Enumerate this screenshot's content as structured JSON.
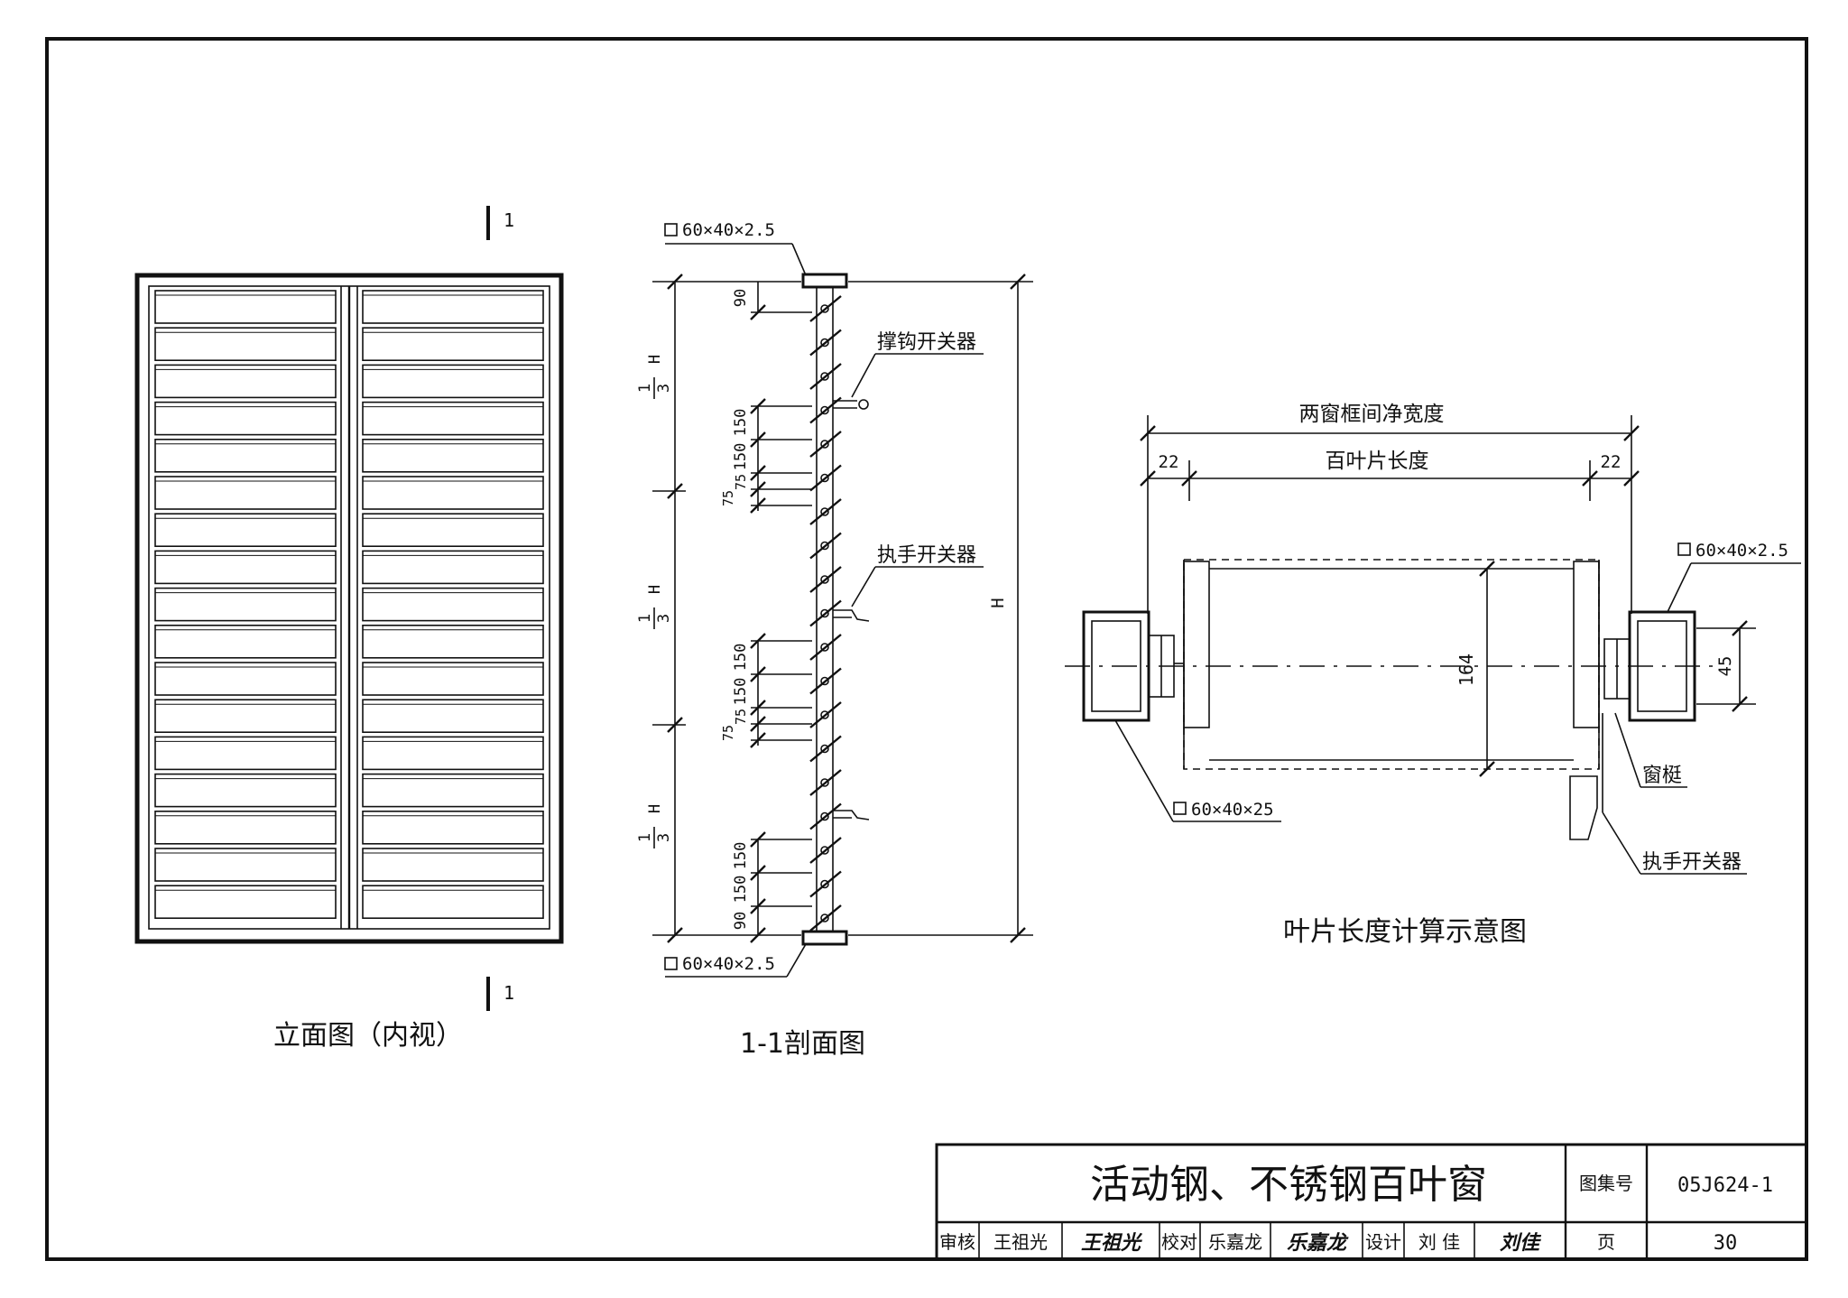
{
  "elevation": {
    "title": "立面图（内视）",
    "section_mark": "1"
  },
  "section": {
    "title": "1-1剖面图",
    "top_profile": "60×40×2.5",
    "bottom_profile": "60×40×2.5",
    "dim_90": "90",
    "dim_150": "150",
    "dim_75": "75",
    "third_h_numerator": "1",
    "third_h_denominator": "3",
    "third_h_symbol": "H",
    "total_h": "H",
    "hook_switch": "撑钩开关器",
    "handle_switch": "执手开关器"
  },
  "blade_diagram": {
    "title": "叶片长度计算示意图",
    "clear_width": "两窗框间净宽度",
    "blade_length": "百叶片长度",
    "gap": "22",
    "right_profile": "60×40×2.5",
    "left_profile": "60×40×25",
    "blade_dim": "164",
    "mullion_dim": "45",
    "mullion": "窗梃",
    "handle_switch": "执手开关器"
  },
  "title_block": {
    "title": "活动钢、不锈钢百叶窗",
    "atlas_label": "图集号",
    "atlas_no": "05J624-1",
    "review_label": "审核",
    "reviewer": "王祖光",
    "reviewer_sig": "王祖光",
    "check_label": "校对",
    "checker": "乐嘉龙",
    "checker_sig": "乐嘉龙",
    "design_label": "设计",
    "designer": "刘 佳",
    "designer_sig": "刘佳",
    "page_label": "页",
    "page_no": "30"
  }
}
